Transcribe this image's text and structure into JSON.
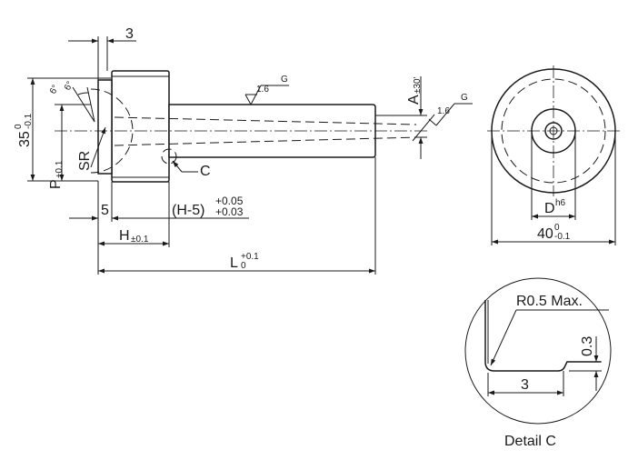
{
  "side_view": {
    "dim_top": "3",
    "dim_height_main": "35",
    "dim_height_tol_upper": "0",
    "dim_height_tol_lower": "-0.1",
    "dim_p": "P",
    "dim_p_tol": "±0.1",
    "angle_small": "6°",
    "radius_label": "SR",
    "dim_5": "5",
    "dim_h5": "(H-5)",
    "dim_h5_tol_upper": "+0.05",
    "dim_h5_tol_lower": "+0.03",
    "dim_h": "H",
    "dim_h_tol": "±0.1",
    "dim_l": "L",
    "dim_l_tol_upper": "+0.1",
    "dim_l_tol_lower": "0",
    "callout_c": "C",
    "angle_a": "A",
    "angle_a_tol": "±30'",
    "roughness_1_value": "1.6",
    "roughness_1_grade": "G",
    "roughness_2_value": "1.6",
    "roughness_2_grade": "G"
  },
  "end_view": {
    "dim_d": "D",
    "dim_d_fit": "h6",
    "dim_dia": "40",
    "dim_dia_tol_upper": "0",
    "dim_dia_tol_lower": "-0.1"
  },
  "detail": {
    "radius_note": "R0.5 Max.",
    "dim_depth": "0.3",
    "dim_length": "3",
    "caption": "Detail C"
  }
}
